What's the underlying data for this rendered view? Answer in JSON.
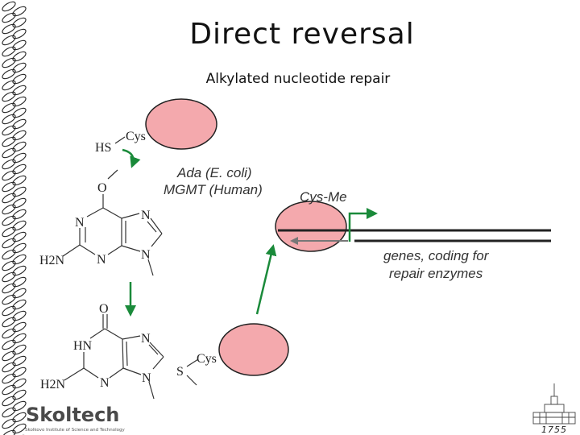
{
  "slide": {
    "title": "Direct reversal",
    "subtitle": "Alkylated nucleotide repair"
  },
  "labels": {
    "enzyme_names": [
      "Ada (E. coli)",
      "MGMT (Human)"
    ],
    "cys_me": "Cys-Me",
    "genes_caption": [
      "genes, coding for",
      "repair enzymes"
    ]
  },
  "chemistry": {
    "top": {
      "thiol": "HS",
      "cys": "Cys",
      "o6": "O",
      "n1": "N",
      "n3": "N",
      "n7": "N",
      "n9": "N",
      "amine": "H2N"
    },
    "bottom": {
      "carbonyl": "O",
      "n1h": "HN",
      "n3": "N",
      "n7": "N",
      "n9": "N",
      "amine": "H2N",
      "sulfur": "S",
      "cys": "Cys"
    }
  },
  "logo": {
    "name": "Skoltech",
    "tagline": "Skolkovo Institute of Science and Technology"
  },
  "footer": {
    "year": "1755"
  },
  "colors": {
    "enzyme_fill": "#f4a9ad",
    "arrow_green": "#1a8a3a",
    "text": "#111111"
  }
}
